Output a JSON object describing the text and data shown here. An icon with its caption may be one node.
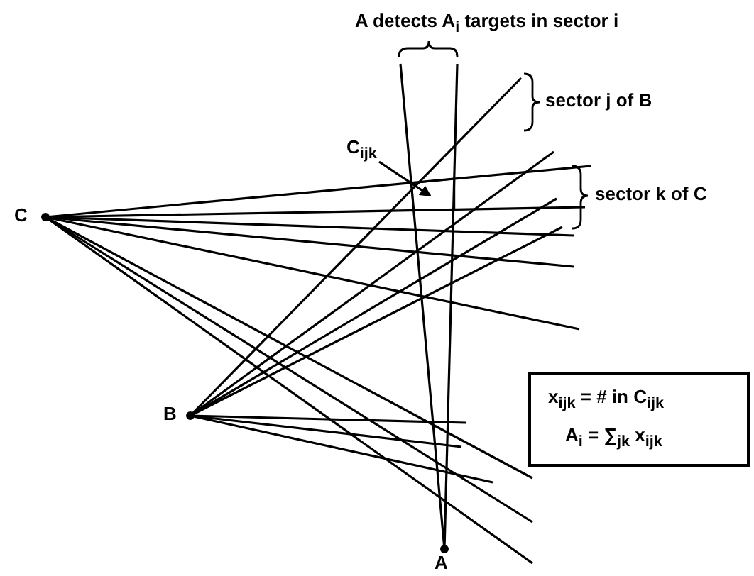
{
  "diagram": {
    "nodes": [
      {
        "text": [
          "C"
        ]
      },
      {
        "text": [
          "B"
        ]
      },
      {
        "text": [
          "A"
        ]
      },
      {
        "text": [
          "C$_{ijk}$"
        ]
      },
      {
        "text": [],
        "shape": "box"
      },
      {
        "text": [
          "x$_{ijk}$ = # in C$_{ijk}$",
          "A$_{i}$ = ∑$_{jk}$ x$_{ijk}$"
        ]
      }
    ],
    "edges": [
      {
        "from": 3,
        "to": 4,
        "arrow": "to"
      }
    ],
    "labels": [
      "A detects A$_{i}$ targets in sector i",
      "sector j of B",
      "sector k of C"
    ]
  }
}
